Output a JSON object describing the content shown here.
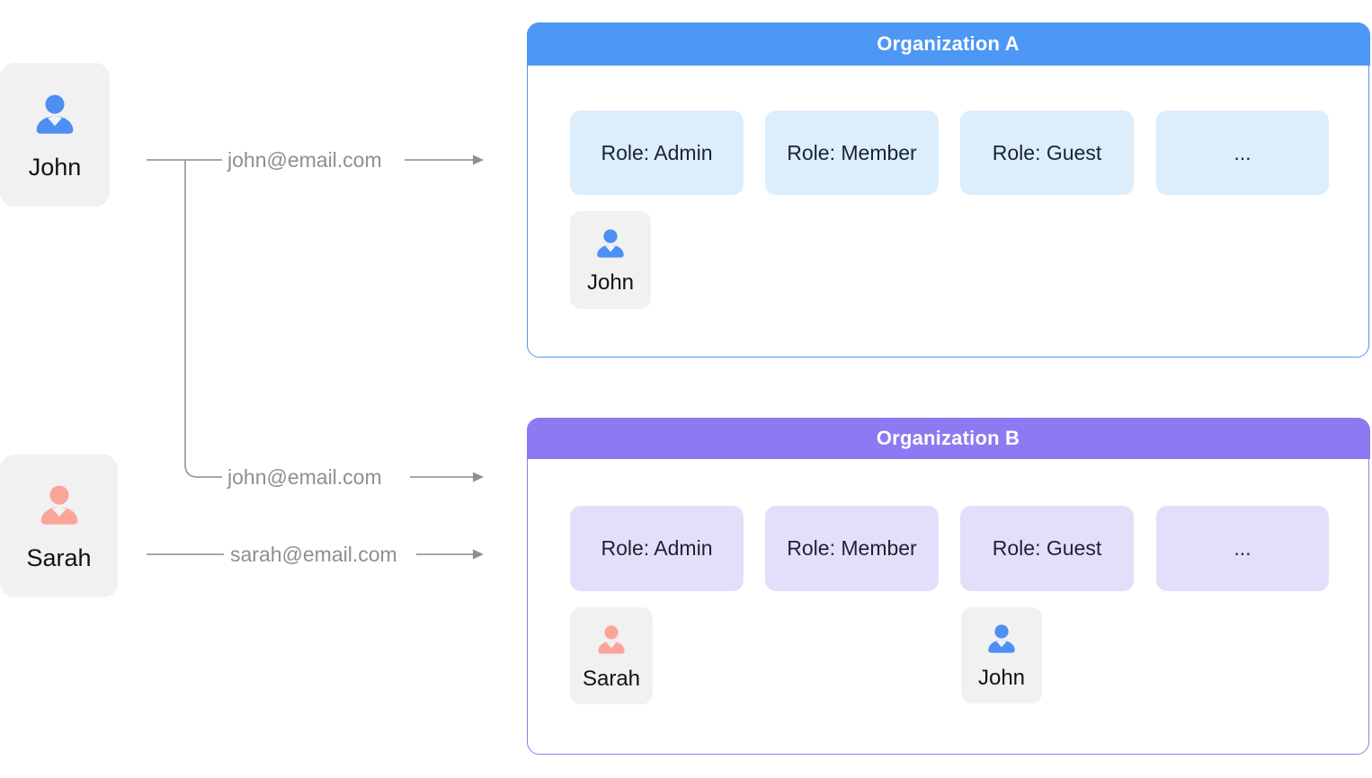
{
  "users": [
    {
      "name": "John",
      "email": "john@email.com",
      "icon_color": "#4d8ff2"
    },
    {
      "name": "Sarah",
      "email": "sarah@email.com",
      "icon_color": "#fba59a"
    }
  ],
  "connections": [
    {
      "label": "john@email.com"
    },
    {
      "label": "john@email.com"
    },
    {
      "label": "sarah@email.com"
    }
  ],
  "organizations": [
    {
      "title": "Organization A",
      "accent_color": "#4d97f5",
      "role_bg": "#dcedfc",
      "roles": [
        "Role: Admin",
        "Role: Member",
        "Role: Guest",
        "..."
      ],
      "members": [
        {
          "name": "John",
          "icon_color": "#4d8ff2"
        }
      ]
    },
    {
      "title": "Organization B",
      "accent_color": "#8b7af2",
      "role_bg": "#e5defa",
      "roles": [
        "Role: Admin",
        "Role: Member",
        "Role: Guest",
        "..."
      ],
      "members": [
        {
          "name": "Sarah",
          "icon_color": "#fba59a"
        },
        {
          "name": "John",
          "icon_color": "#4d8ff2"
        }
      ]
    }
  ],
  "colors": {
    "card_bg": "#f1f1f2",
    "line_gray": "#9a9a9e",
    "email_text": "#8e8e93",
    "user_blue": "#4d8ff2",
    "user_pink": "#fba59a"
  }
}
